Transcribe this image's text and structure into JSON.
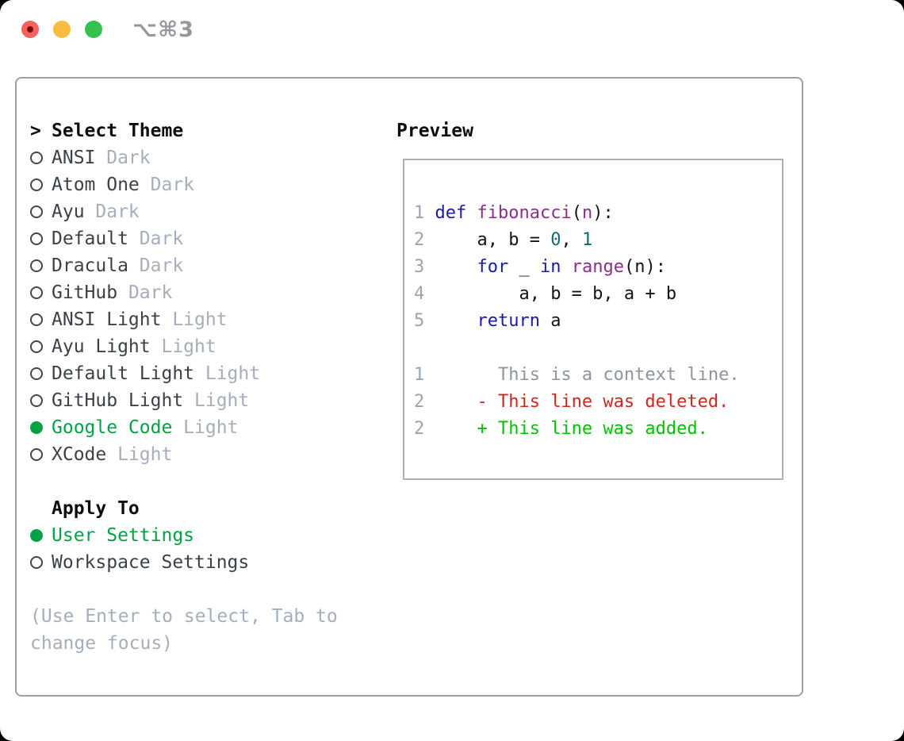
{
  "titlebar": {
    "shortcut": "⌥⌘3"
  },
  "theme_picker": {
    "header": {
      "marker": ">",
      "label": "Select Theme"
    },
    "items": [
      {
        "name": "ANSI",
        "variant": "Dark",
        "selected": false
      },
      {
        "name": "Atom One",
        "variant": "Dark",
        "selected": false
      },
      {
        "name": "Ayu",
        "variant": "Dark",
        "selected": false
      },
      {
        "name": "Default",
        "variant": "Dark",
        "selected": false
      },
      {
        "name": "Dracula",
        "variant": "Dark",
        "selected": false
      },
      {
        "name": "GitHub",
        "variant": "Dark",
        "selected": false
      },
      {
        "name": "ANSI Light",
        "variant": "Light",
        "selected": false
      },
      {
        "name": "Ayu Light",
        "variant": "Light",
        "selected": false
      },
      {
        "name": "Default Light",
        "variant": "Light",
        "selected": false
      },
      {
        "name": "GitHub Light",
        "variant": "Light",
        "selected": false
      },
      {
        "name": "Google Code",
        "variant": "Light",
        "selected": true
      },
      {
        "name": "XCode",
        "variant": "Light",
        "selected": false
      }
    ],
    "apply_to": {
      "label": "Apply To",
      "options": [
        {
          "label": "User Settings",
          "selected": true
        },
        {
          "label": "Workspace Settings",
          "selected": false
        }
      ]
    },
    "help_text": "(Use Enter to select, Tab to change focus)"
  },
  "preview": {
    "label": "Preview",
    "code_lines": [
      {
        "num": "1",
        "tokens": [
          {
            "text": " ",
            "type": "plain"
          },
          {
            "text": "def",
            "type": "keyword"
          },
          {
            "text": " ",
            "type": "plain"
          },
          {
            "text": "fibonacci",
            "type": "title"
          },
          {
            "text": "(",
            "type": "plain"
          },
          {
            "text": "n",
            "type": "title"
          },
          {
            "text": "):",
            "type": "plain"
          }
        ]
      },
      {
        "num": "2",
        "tokens": [
          {
            "text": "     a, b = ",
            "type": "plain"
          },
          {
            "text": "0",
            "type": "number"
          },
          {
            "text": ", ",
            "type": "plain"
          },
          {
            "text": "1",
            "type": "number"
          }
        ]
      },
      {
        "num": "3",
        "tokens": [
          {
            "text": "     ",
            "type": "plain"
          },
          {
            "text": "for",
            "type": "keyword"
          },
          {
            "text": " _ ",
            "type": "plain"
          },
          {
            "text": "in",
            "type": "keyword"
          },
          {
            "text": " ",
            "type": "plain"
          },
          {
            "text": "range",
            "type": "title"
          },
          {
            "text": "(n):",
            "type": "plain"
          }
        ]
      },
      {
        "num": "4",
        "tokens": [
          {
            "text": "         a, b = b, a + b",
            "type": "plain"
          }
        ]
      },
      {
        "num": "5",
        "tokens": [
          {
            "text": "     ",
            "type": "plain"
          },
          {
            "text": "return",
            "type": "keyword"
          },
          {
            "text": " a",
            "type": "plain"
          }
        ]
      }
    ],
    "diff_lines": [
      {
        "num": "1",
        "text": "       This is a context line.",
        "type": "context"
      },
      {
        "num": "2",
        "text": "     - This line was deleted.",
        "type": "deleted"
      },
      {
        "num": "2",
        "text": "     + This line was added.",
        "type": "added"
      }
    ]
  },
  "colors": {
    "traffic_red": "#f5615c",
    "traffic_red_dot": "#7d0b08",
    "traffic_yellow": "#f8bc40",
    "traffic_green": "#33c24d",
    "shortcut_gray": "#97979c",
    "border_gray": "#9aa1ad",
    "border_light": "#a9b0ba",
    "black": "#0c0d0e",
    "text_dark": "#3c4147",
    "muted_gray": "#a6aebb",
    "radio_ring": "#43484e",
    "accent_green": "#00a344",
    "code_plain": "#121416",
    "keyword_blue": "#1a1aa6",
    "title_purple": "#8b2d8b",
    "number_teal": "#0b6e6e",
    "linenum_gray": "#9aa5b1",
    "context_gray": "#8f959e",
    "deleted_red": "#cc2a1d",
    "added_green": "#00c300"
  }
}
